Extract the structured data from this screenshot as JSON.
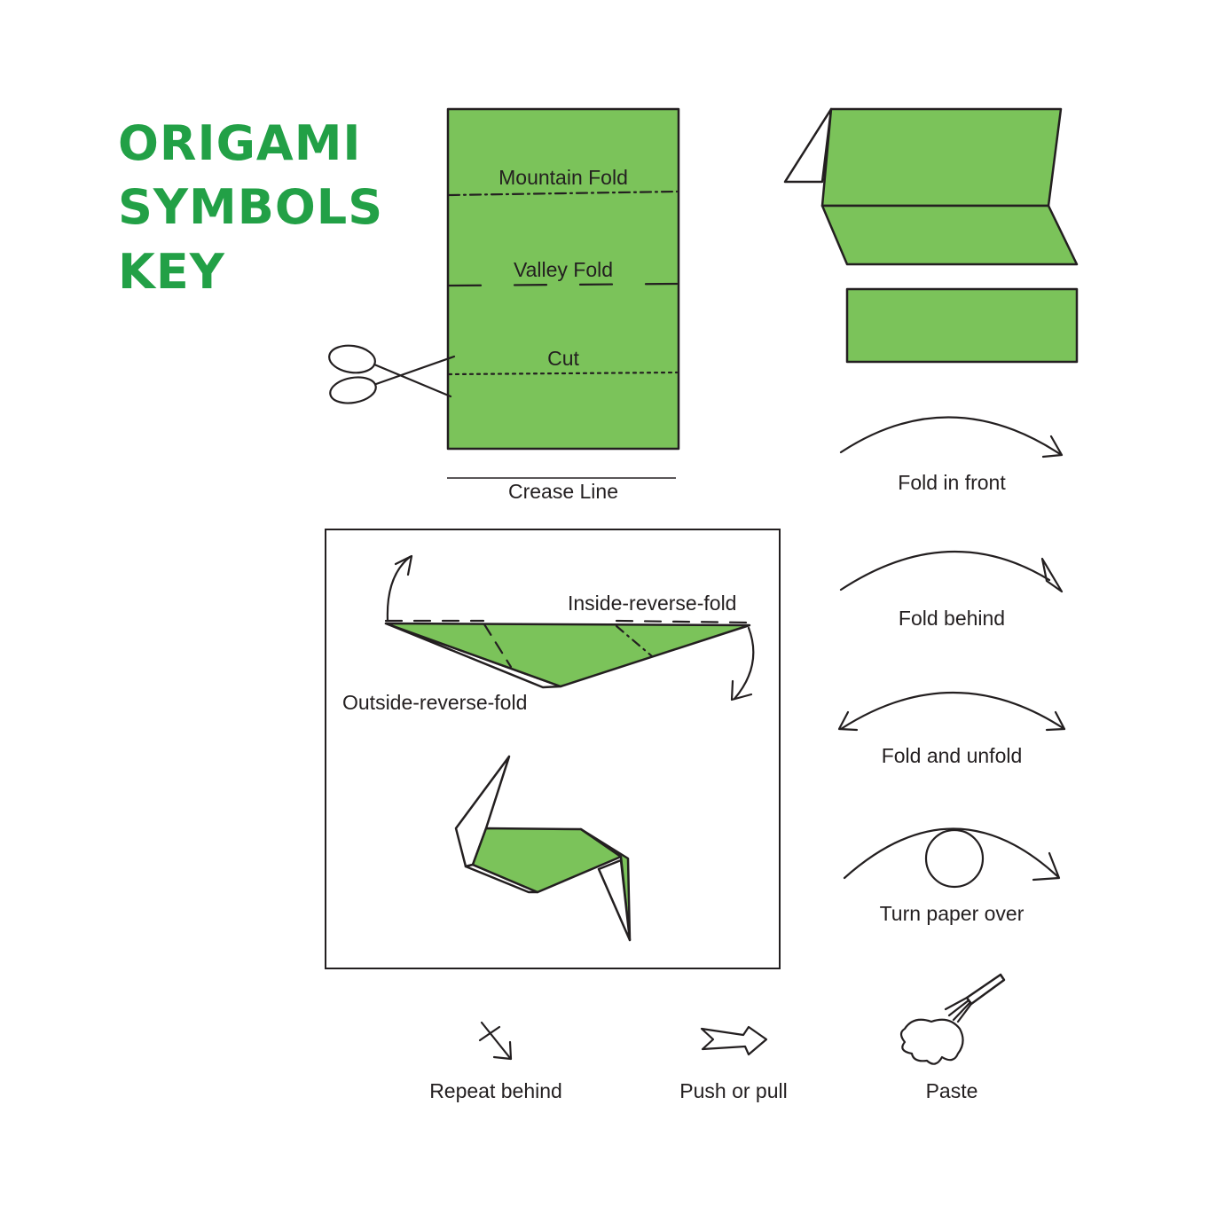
{
  "title": {
    "line1": "ORIGAMI",
    "line2": "SYMBOLS",
    "line3": "KEY"
  },
  "labels": {
    "mountain_fold": "Mountain Fold",
    "valley_fold": "Valley Fold",
    "cut": "Cut",
    "crease_line": "Crease Line",
    "fold_in_front": "Fold in front",
    "fold_behind": "Fold behind",
    "fold_and_unfold": "Fold and unfold",
    "turn_paper_over": "Turn paper over",
    "inside_reverse_fold": "Inside-reverse-fold",
    "outside_reverse_fold": "Outside-reverse-fold",
    "repeat_behind": "Repeat behind",
    "push_or_pull": "Push or pull",
    "paste": "Paste"
  },
  "colors": {
    "paper_green": "#7bc35a",
    "title_green": "#22a046",
    "ink": "#231f20"
  }
}
